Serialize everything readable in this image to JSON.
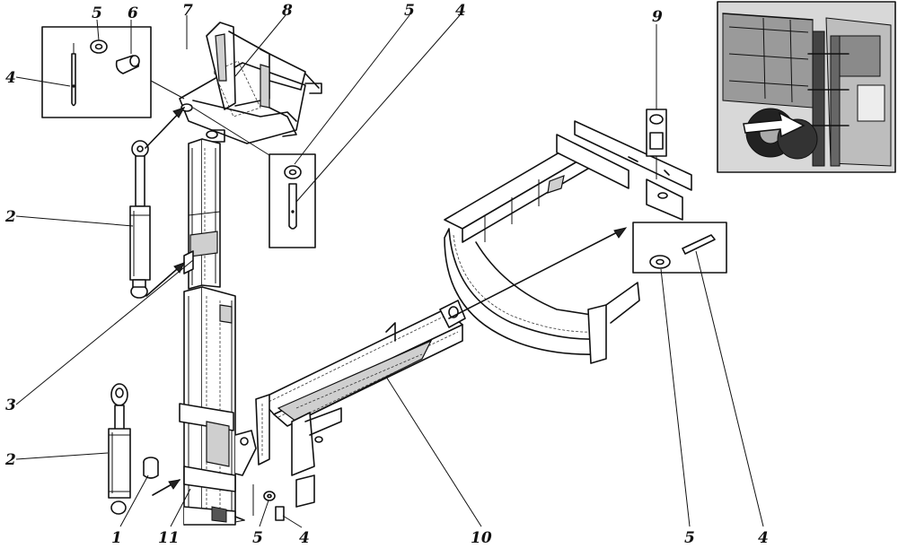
{
  "callouts": [
    {
      "id": "c-5-top-left",
      "text": "5"
    },
    {
      "id": "c-6",
      "text": "6"
    },
    {
      "id": "c-7",
      "text": "7"
    },
    {
      "id": "c-8",
      "text": "8"
    },
    {
      "id": "c-5-top-mid",
      "text": "5"
    },
    {
      "id": "c-4-top-mid",
      "text": "4"
    },
    {
      "id": "c-9",
      "text": "9"
    },
    {
      "id": "c-4-left",
      "text": "4"
    },
    {
      "id": "c-2-upper",
      "text": "2"
    },
    {
      "id": "c-3",
      "text": "3"
    },
    {
      "id": "c-2-lower",
      "text": "2"
    },
    {
      "id": "c-1",
      "text": "1"
    },
    {
      "id": "c-11",
      "text": "11"
    },
    {
      "id": "c-5-bottom",
      "text": "5"
    },
    {
      "id": "c-4-bottom",
      "text": "4"
    },
    {
      "id": "c-10",
      "text": "10"
    },
    {
      "id": "c-5-bottom-right",
      "text": "5"
    },
    {
      "id": "c-4-bottom-right",
      "text": "4"
    }
  ]
}
